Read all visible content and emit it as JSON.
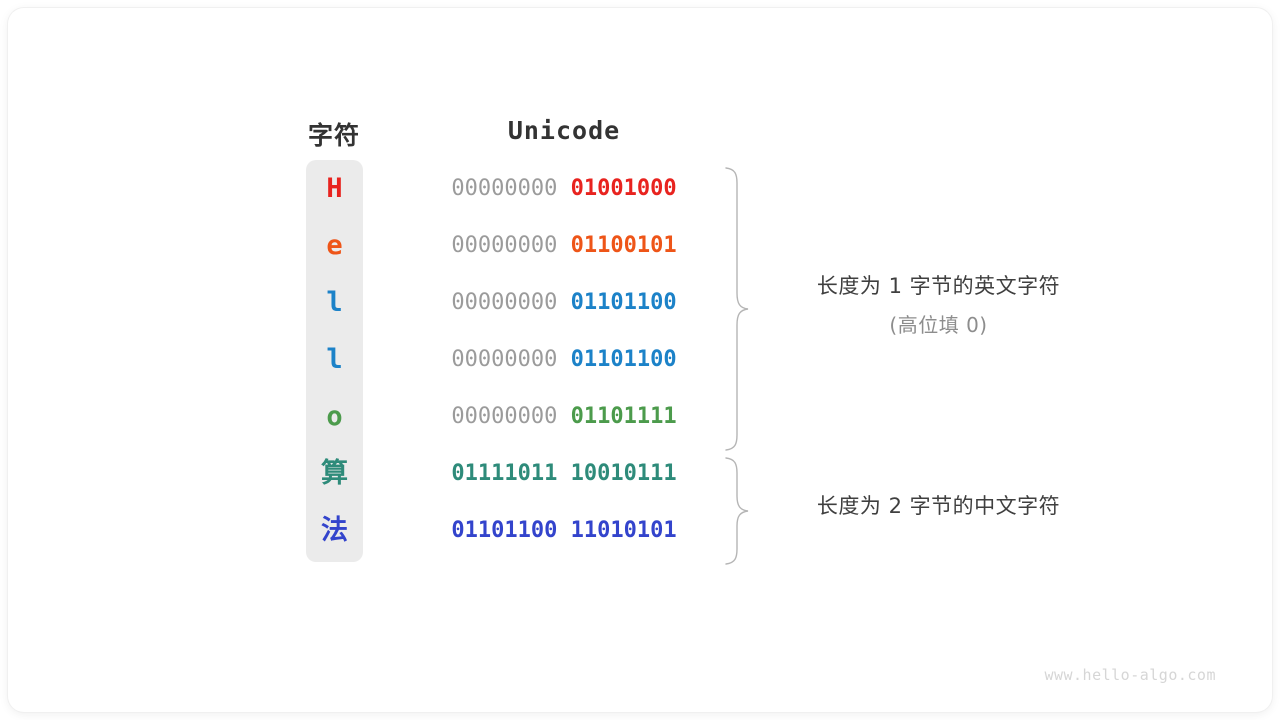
{
  "card": {
    "background": "#ffffff",
    "border_radius": "16px"
  },
  "headers": {
    "character": "字符",
    "encoding": "Unicode"
  },
  "colors": {
    "char_column_bg": "#ebebeb",
    "high_byte_gray": "#9b9b9b",
    "header_text": "#333333",
    "annotation_primary": "#3f3f3f",
    "annotation_secondary": "#8d8d8d",
    "brace_stroke": "#b5b5b5",
    "watermark": "#d6d6d6"
  },
  "rows": [
    {
      "char": "H",
      "char_color": "#e8231f",
      "high_byte": "00000000",
      "low_byte": "01001000",
      "high_filled": false,
      "bit_color": "#e8231f",
      "script": "latin"
    },
    {
      "char": "e",
      "char_color": "#ee5518",
      "high_byte": "00000000",
      "low_byte": "01100101",
      "high_filled": false,
      "bit_color": "#ee5518",
      "script": "latin"
    },
    {
      "char": "l",
      "char_color": "#1c82c8",
      "high_byte": "00000000",
      "low_byte": "01101100",
      "high_filled": false,
      "bit_color": "#1c82c8",
      "script": "latin"
    },
    {
      "char": "l",
      "char_color": "#1c82c8",
      "high_byte": "00000000",
      "low_byte": "01101100",
      "high_filled": false,
      "bit_color": "#1c82c8",
      "script": "latin"
    },
    {
      "char": "o",
      "char_color": "#4c9b4c",
      "high_byte": "00000000",
      "low_byte": "01101111",
      "high_filled": false,
      "bit_color": "#4c9b4c",
      "script": "latin"
    },
    {
      "char": "算",
      "char_color": "#2e8b7a",
      "high_byte": "01111011",
      "low_byte": "10010111",
      "high_filled": true,
      "bit_color": "#2e8b7a",
      "script": "cjk"
    },
    {
      "char": "法",
      "char_color": "#3344cc",
      "high_byte": "01101100",
      "low_byte": "11010101",
      "high_filled": true,
      "bit_color": "#3344cc",
      "script": "cjk"
    }
  ],
  "annotations": {
    "ascii": {
      "line1": "长度为 1 字节的英文字符",
      "line2": "(高位填 0)"
    },
    "cjk": {
      "line1": "长度为 2 字节的中文字符",
      "line2": ""
    }
  },
  "watermark": "www.hello-algo.com"
}
